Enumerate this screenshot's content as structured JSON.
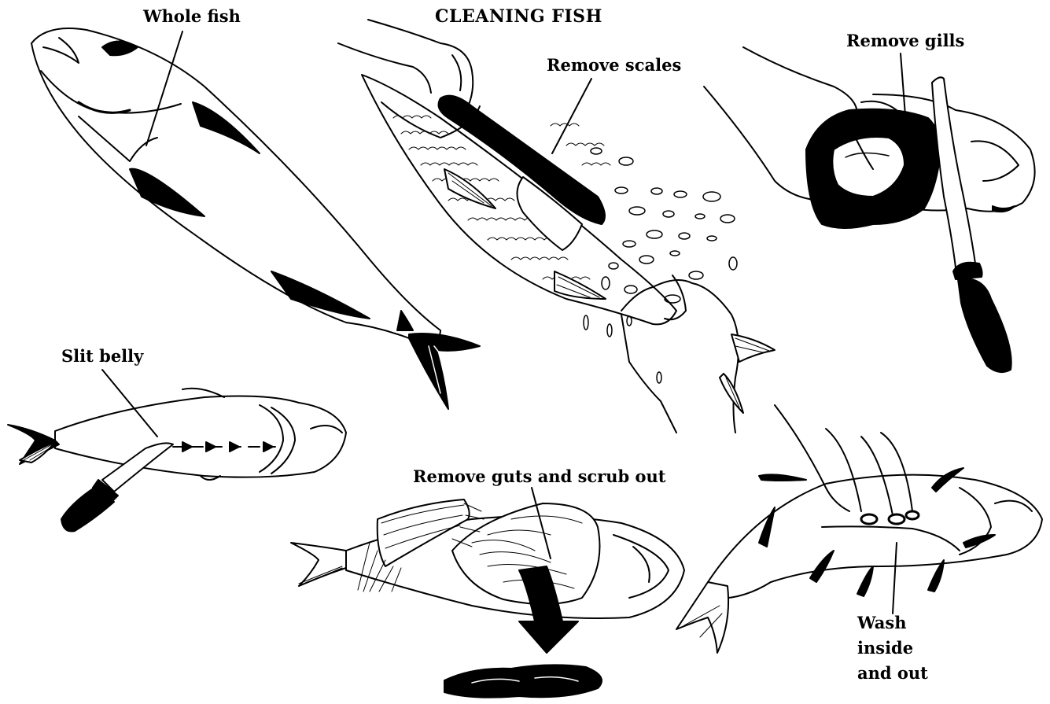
{
  "title": "CLEANING FISH",
  "steps": {
    "whole": "Whole fish",
    "scales": "Remove scales",
    "gills": "Remove gills",
    "slit": "Slit belly",
    "guts": "Remove guts and scrub out",
    "wash": [
      "Wash",
      "inside",
      "and out"
    ]
  },
  "colors": {
    "ink": "#000000",
    "paper": "#ffffff"
  }
}
